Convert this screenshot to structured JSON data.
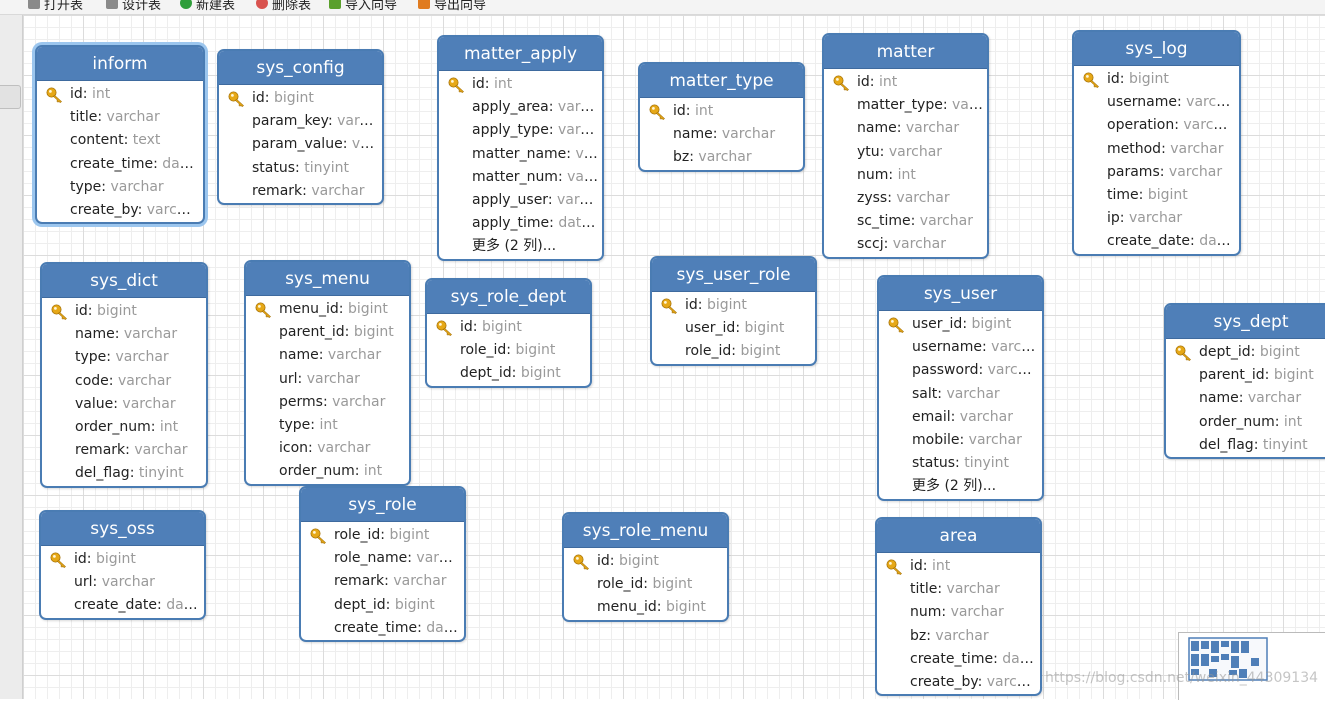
{
  "toolbar": [
    {
      "label": "打开表",
      "icon": "open-table-icon",
      "color": "#8a8a8a"
    },
    {
      "label": "设计表",
      "icon": "design-table-icon",
      "color": "#8a8a8a"
    },
    {
      "label": "新建表",
      "icon": "new-table-icon",
      "color": "#2e9e3a"
    },
    {
      "label": "删除表",
      "icon": "delete-table-icon",
      "color": "#d9534f"
    },
    {
      "label": "导入向导",
      "icon": "import-wizard-icon",
      "color": "#5aa02c"
    },
    {
      "label": "导出向导",
      "icon": "export-wizard-icon",
      "color": "#e07b1f"
    }
  ],
  "colors": {
    "header": "#4f7fb8",
    "border": "#4a7cb3",
    "key": "#e6a817",
    "type_text": "#9a9a9a"
  },
  "tables": [
    {
      "name": "inform",
      "selected": true,
      "columns": [
        {
          "name": "id",
          "type": "int",
          "pk": true
        },
        {
          "name": "title",
          "type": "varchar"
        },
        {
          "name": "content",
          "type": "text"
        },
        {
          "name": "create_time",
          "type": "date..."
        },
        {
          "name": "type",
          "type": "varchar"
        },
        {
          "name": "create_by",
          "type": "varchar"
        }
      ]
    },
    {
      "name": "sys_config",
      "columns": [
        {
          "name": "id",
          "type": "bigint",
          "pk": true
        },
        {
          "name": "param_key",
          "type": "varch..."
        },
        {
          "name": "param_value",
          "type": "var..."
        },
        {
          "name": "status",
          "type": "tinyint"
        },
        {
          "name": "remark",
          "type": "varchar"
        }
      ]
    },
    {
      "name": "matter_apply",
      "columns": [
        {
          "name": "id",
          "type": "int",
          "pk": true
        },
        {
          "name": "apply_area",
          "type": "varc..."
        },
        {
          "name": "apply_type",
          "type": "varc..."
        },
        {
          "name": "matter_name",
          "type": "var..."
        },
        {
          "name": "matter_num",
          "type": "varc..."
        },
        {
          "name": "apply_user",
          "type": "varch..."
        },
        {
          "name": "apply_time",
          "type": "date..."
        },
        {
          "name": "更多 (2 列)...",
          "type": "",
          "more": true
        }
      ]
    },
    {
      "name": "matter_type",
      "columns": [
        {
          "name": "id",
          "type": "int",
          "pk": true
        },
        {
          "name": "name",
          "type": "varchar"
        },
        {
          "name": "bz",
          "type": "varchar"
        }
      ]
    },
    {
      "name": "matter",
      "columns": [
        {
          "name": "id",
          "type": "int",
          "pk": true
        },
        {
          "name": "matter_type",
          "type": "varc..."
        },
        {
          "name": "name",
          "type": "varchar"
        },
        {
          "name": "ytu",
          "type": "varchar"
        },
        {
          "name": "num",
          "type": "int"
        },
        {
          "name": "zyss",
          "type": "varchar"
        },
        {
          "name": "sc_time",
          "type": "varchar"
        },
        {
          "name": "sccj",
          "type": "varchar"
        }
      ]
    },
    {
      "name": "sys_log",
      "columns": [
        {
          "name": "id",
          "type": "bigint",
          "pk": true
        },
        {
          "name": "username",
          "type": "varchar"
        },
        {
          "name": "operation",
          "type": "varchar"
        },
        {
          "name": "method",
          "type": "varchar"
        },
        {
          "name": "params",
          "type": "varchar"
        },
        {
          "name": "time",
          "type": "bigint"
        },
        {
          "name": "ip",
          "type": "varchar"
        },
        {
          "name": "create_date",
          "type": "dat..."
        }
      ]
    },
    {
      "name": "sys_dict",
      "columns": [
        {
          "name": "id",
          "type": "bigint",
          "pk": true
        },
        {
          "name": "name",
          "type": "varchar"
        },
        {
          "name": "type",
          "type": "varchar"
        },
        {
          "name": "code",
          "type": "varchar"
        },
        {
          "name": "value",
          "type": "varchar"
        },
        {
          "name": "order_num",
          "type": "int"
        },
        {
          "name": "remark",
          "type": "varchar"
        },
        {
          "name": "del_flag",
          "type": "tinyint"
        }
      ]
    },
    {
      "name": "sys_menu",
      "columns": [
        {
          "name": "menu_id",
          "type": "bigint",
          "pk": true
        },
        {
          "name": "parent_id",
          "type": "bigint"
        },
        {
          "name": "name",
          "type": "varchar"
        },
        {
          "name": "url",
          "type": "varchar"
        },
        {
          "name": "perms",
          "type": "varchar"
        },
        {
          "name": "type",
          "type": "int"
        },
        {
          "name": "icon",
          "type": "varchar"
        },
        {
          "name": "order_num",
          "type": "int"
        }
      ]
    },
    {
      "name": "sys_role_dept",
      "columns": [
        {
          "name": "id",
          "type": "bigint",
          "pk": true
        },
        {
          "name": "role_id",
          "type": "bigint"
        },
        {
          "name": "dept_id",
          "type": "bigint"
        }
      ]
    },
    {
      "name": "sys_user_role",
      "columns": [
        {
          "name": "id",
          "type": "bigint",
          "pk": true
        },
        {
          "name": "user_id",
          "type": "bigint"
        },
        {
          "name": "role_id",
          "type": "bigint"
        }
      ]
    },
    {
      "name": "sys_user",
      "columns": [
        {
          "name": "user_id",
          "type": "bigint",
          "pk": true
        },
        {
          "name": "username",
          "type": "varchar"
        },
        {
          "name": "password",
          "type": "varchar"
        },
        {
          "name": "salt",
          "type": "varchar"
        },
        {
          "name": "email",
          "type": "varchar"
        },
        {
          "name": "mobile",
          "type": "varchar"
        },
        {
          "name": "status",
          "type": "tinyint"
        },
        {
          "name": "更多 (2 列)...",
          "type": "",
          "more": true
        }
      ]
    },
    {
      "name": "sys_dept",
      "columns": [
        {
          "name": "dept_id",
          "type": "bigint",
          "pk": true
        },
        {
          "name": "parent_id",
          "type": "bigint"
        },
        {
          "name": "name",
          "type": "varchar"
        },
        {
          "name": "order_num",
          "type": "int"
        },
        {
          "name": "del_flag",
          "type": "tinyint"
        }
      ]
    },
    {
      "name": "sys_oss",
      "columns": [
        {
          "name": "id",
          "type": "bigint",
          "pk": true
        },
        {
          "name": "url",
          "type": "varchar"
        },
        {
          "name": "create_date",
          "type": "dat..."
        }
      ]
    },
    {
      "name": "sys_role",
      "columns": [
        {
          "name": "role_id",
          "type": "bigint",
          "pk": true
        },
        {
          "name": "role_name",
          "type": "varchar"
        },
        {
          "name": "remark",
          "type": "varchar"
        },
        {
          "name": "dept_id",
          "type": "bigint"
        },
        {
          "name": "create_time",
          "type": "date..."
        }
      ]
    },
    {
      "name": "sys_role_menu",
      "columns": [
        {
          "name": "id",
          "type": "bigint",
          "pk": true
        },
        {
          "name": "role_id",
          "type": "bigint"
        },
        {
          "name": "menu_id",
          "type": "bigint"
        }
      ]
    },
    {
      "name": "area",
      "columns": [
        {
          "name": "id",
          "type": "int",
          "pk": true
        },
        {
          "name": "title",
          "type": "varchar"
        },
        {
          "name": "num",
          "type": "varchar"
        },
        {
          "name": "bz",
          "type": "varchar"
        },
        {
          "name": "create_time",
          "type": "date..."
        },
        {
          "name": "create_by",
          "type": "varchar"
        }
      ]
    }
  ],
  "watermark": "https://blog.csdn.net/weixin_44309134"
}
